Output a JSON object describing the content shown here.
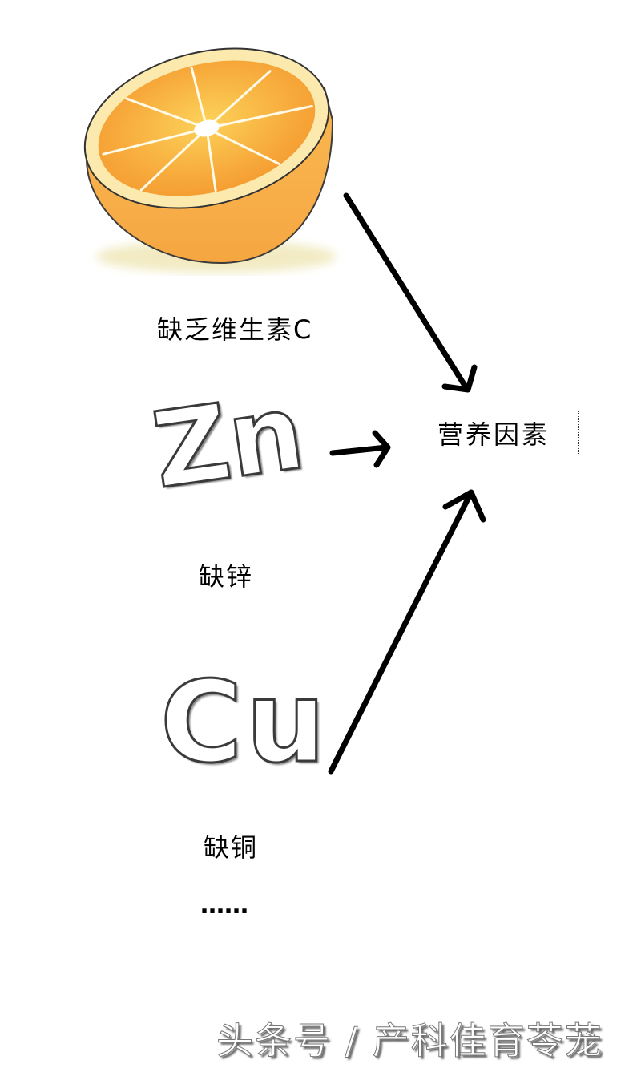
{
  "diagram": {
    "target": {
      "label": "营养因素"
    },
    "sources": [
      {
        "symbol": "",
        "icon": "half-orange",
        "label": "缺乏维生素C"
      },
      {
        "symbol": "Zn",
        "label": "缺锌"
      },
      {
        "symbol": "Cu",
        "label": "缺铜"
      }
    ],
    "ellipsis": "……",
    "arrows": [
      {
        "from": "缺乏维生素C",
        "to": "营养因素"
      },
      {
        "from": "缺锌",
        "to": "营养因素"
      },
      {
        "from": "缺铜",
        "to": "营养因素"
      }
    ],
    "colors": {
      "arrow": "#000000",
      "orange": "#f5a623",
      "rind": "#fbe7a6"
    }
  },
  "watermark": {
    "text": "头条号 / 产科佳育苓茏"
  }
}
